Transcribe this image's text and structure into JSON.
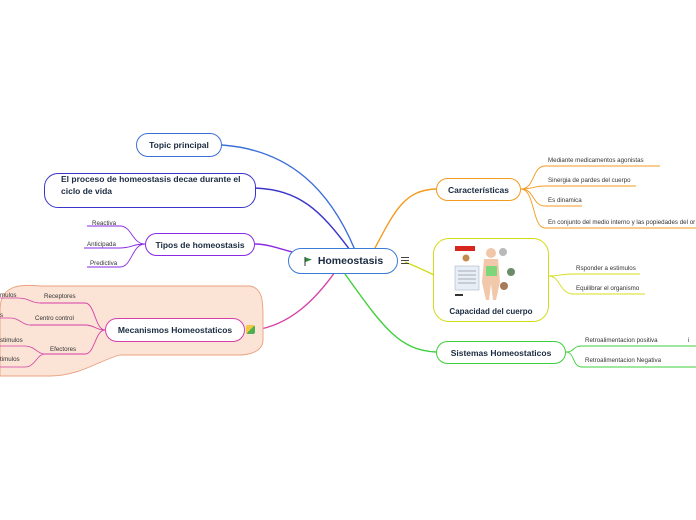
{
  "central": {
    "title": "Homeostasis",
    "flag_color": "#2e8b3a",
    "menu_icon": "menu-icon"
  },
  "topic": {
    "label": "Topic principal",
    "color": "#3d6fd9"
  },
  "proceso": {
    "line1": "El proceso de homeostasis decae durante el",
    "line2": "ciclo de vida",
    "color": "#3b35c9"
  },
  "tipos": {
    "label": "Tipos de homeostasis",
    "color": "#8a2be2",
    "items": [
      "Reactiva",
      "Anticipada",
      "Predictiva"
    ]
  },
  "mecanismos": {
    "label": "Mecanismos Homeostaticos",
    "color": "#d63fa7",
    "bg": "#fbe3d6",
    "groups": [
      "Receptores",
      "Centro control",
      "Efectores"
    ],
    "cut_labels": [
      "mulos",
      "s",
      "stimulos",
      "timulos"
    ]
  },
  "caracteristicas": {
    "label": "Características",
    "color": "#f39a1f",
    "items": [
      "Mediante medicamentos agonistas",
      "Sinergia de pardes del cuerpo",
      "Es dinamica",
      "En conjunto del medio interno y las popiedades del or"
    ]
  },
  "capacidad": {
    "label": "Capacidad del cuerpo",
    "color": "#d4dc1a",
    "items": [
      "Rsponder a estimulos",
      "Equilibrar el organismo"
    ]
  },
  "sistemas": {
    "label": "Sistemas Homeostaticos",
    "color": "#3fcf3a",
    "items": [
      "Retroalimentacion positiva",
      "Retroalimentacion Negativa"
    ],
    "cut_label": "i"
  }
}
